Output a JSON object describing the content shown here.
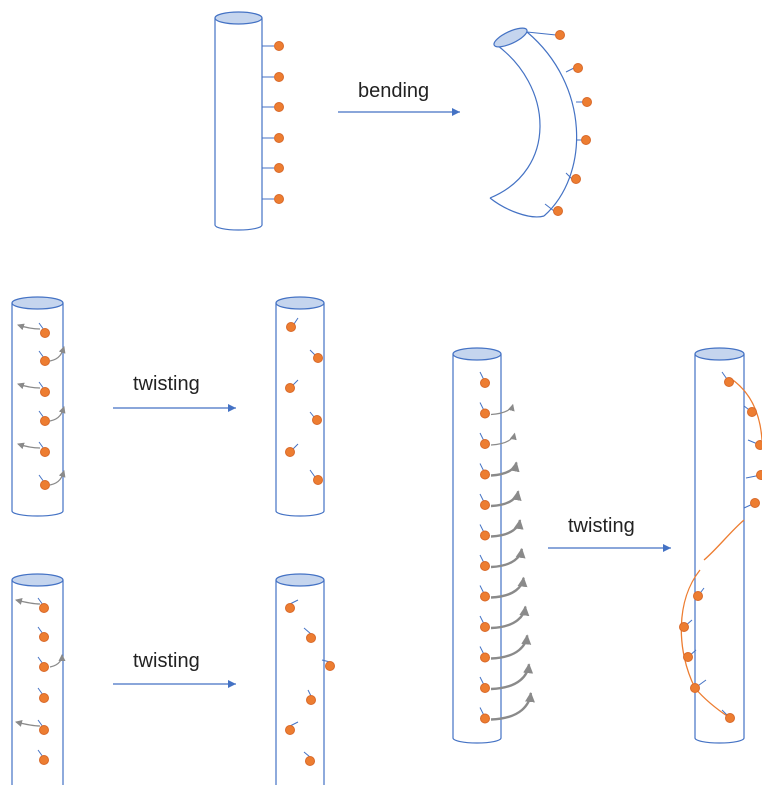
{
  "labels": {
    "bending": "bending",
    "twisting_top": "twisting",
    "twisting_bottom": "twisting",
    "twisting_right": "twisting"
  },
  "colors": {
    "tube_stroke": "#4472c4",
    "tube_cap_fill": "#c5d5ee",
    "bead": "#ed7d31",
    "bead_stroke": "#d8692a",
    "stalk": "#4472c4",
    "arrow": "#4472c4",
    "twist_arrow": "#8a8a8a",
    "helix": "#ed7d31"
  }
}
